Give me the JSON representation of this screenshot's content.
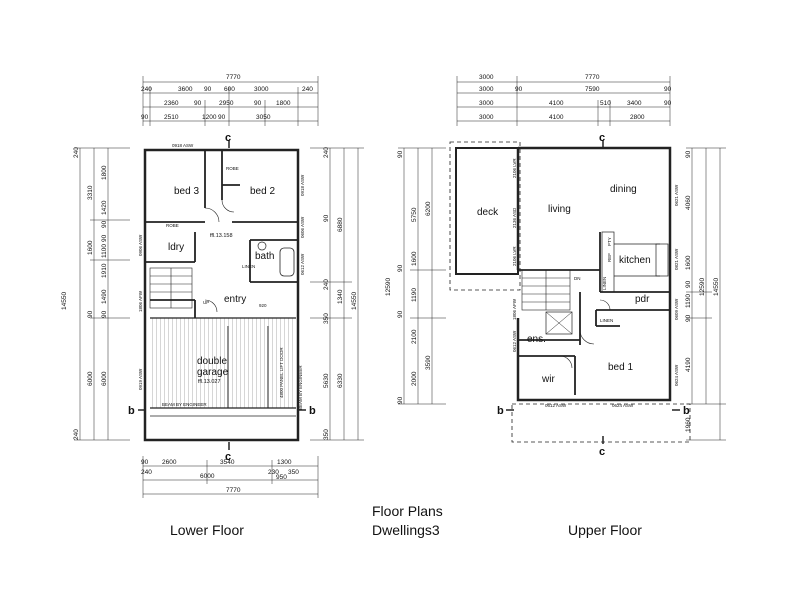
{
  "titles": {
    "main": "Floor Plans",
    "sub": "Dwellings3",
    "lower": "Lower Floor",
    "upper": "Upper Floor"
  },
  "lower": {
    "rooms": {
      "bed3": "bed 3",
      "bed2": "bed 2",
      "ldry": "ldry",
      "bath": "bath",
      "entry": "entry",
      "garage1": "double",
      "garage2": "garage",
      "robe": "ROBE",
      "robe2": "ROBE",
      "linen": "LINEN"
    },
    "notes": {
      "ffl_upper": "ffl.13.158",
      "ffl_garage": "ffl.13.027",
      "beam": "BEAM BY ENGINEER",
      "beam_side": "BEAM BY ENGINEER",
      "door": "4800 PANEL LIFT DOOR",
      "up": "UP",
      "d920": "920",
      "asw_top": "0918 ASW",
      "asw_left1": "0906 ASW",
      "asw_left2": "1806 AFW",
      "asw_left3": "0919 ASW",
      "asw_right1": "0918 ASW",
      "asw_right2": "0606 ASW",
      "asw_right3": "0612 ASW"
    },
    "dims_top": [
      "7770",
      "240",
      "3600",
      "90",
      "600",
      "3000",
      "240",
      "2360",
      "90",
      "2950",
      "90",
      "1800",
      "90",
      "2510",
      "1200",
      "90",
      "3050"
    ],
    "dims_bottom": [
      "90",
      "2600",
      "3540",
      "1300",
      "240",
      "6000",
      "230",
      "350",
      "950",
      "7770"
    ],
    "dims_left": [
      "240",
      "3310",
      "1800",
      "1420",
      "90",
      "1600",
      "90",
      "1100",
      "1910",
      "90",
      "1490",
      "90",
      "6000",
      "6000",
      "240",
      "14550"
    ],
    "dims_right": [
      "240",
      "90",
      "6880",
      "1340",
      "240",
      "350",
      "14550",
      "5630",
      "6330",
      "350"
    ]
  },
  "upper": {
    "rooms": {
      "deck": "deck",
      "living": "living",
      "dining": "dining",
      "kitchen": "kitchen",
      "pdr": "pdr",
      "ens": "ens.",
      "wir": "wir",
      "bed1": "bed 1",
      "linen": "LINEN",
      "linen2": "LINEN",
      "pty": "PTY",
      "ref": "REF"
    },
    "notes": {
      "dn": "DN",
      "lvr1": "2106 LVR",
      "asd": "2136 ASD",
      "lvr2": "2106 LVR",
      "asw_a": "0612 ASW",
      "asw_b": "0624 ASW",
      "asw_c": "0621 ASW",
      "asw_d": "0821 ASW",
      "asw_e": "0609 ASW",
      "asw_f": "0624 ASW",
      "afw": "1806 AFW",
      "asw_g": "0612 ASW"
    },
    "dims_top": [
      "3000",
      "7770",
      "3000",
      "90",
      "7590",
      "90",
      "3000",
      "4100",
      "510",
      "3400",
      "90",
      "3000",
      "4100",
      "2800"
    ],
    "dims_left": [
      "90",
      "5750",
      "6200",
      "1600",
      "90",
      "12590",
      "1190",
      "90",
      "2100",
      "2000",
      "3590",
      "90"
    ],
    "dims_right": [
      "90",
      "4060",
      "1600",
      "90",
      "1190",
      "90",
      "4190",
      "12590",
      "14550",
      "1960"
    ]
  },
  "sections": {
    "c": "c",
    "b": "b"
  }
}
